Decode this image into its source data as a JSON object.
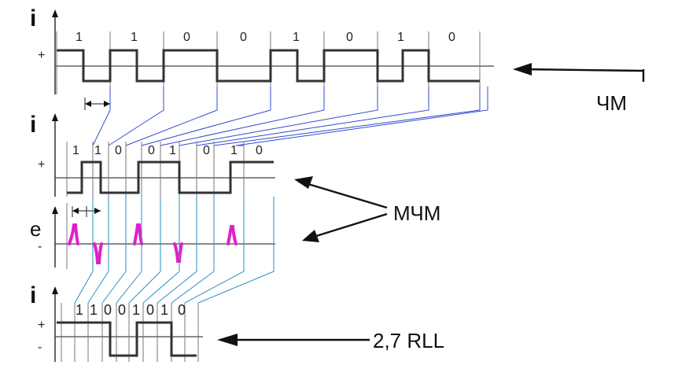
{
  "axis_labels": {
    "fm_current": "i",
    "mfm_current": "i",
    "mfm_emf": "e",
    "rll_current": "i"
  },
  "signs": {
    "fm_plus": "+",
    "mfm_plus": "+",
    "emf_minus": "-",
    "rll_plus": "+",
    "rll_minus": "-"
  },
  "fm_bits": [
    "1",
    "1",
    "0",
    "0",
    "1",
    "0",
    "1",
    "0"
  ],
  "mfm_bits": [
    "1",
    "1",
    "0",
    "0",
    "1",
    "0",
    "1",
    "0"
  ],
  "rll_bits": [
    "1",
    "1",
    "0",
    "0",
    "1",
    "0",
    "1",
    "0"
  ],
  "callouts": {
    "fm": "ЧМ",
    "mfm": "МЧМ",
    "rll": "2,7 RLL"
  },
  "colors": {
    "connector": "#2f4bd0",
    "connector_light": "#2a8fc4",
    "pulse": "#e020c8",
    "waveform": "#333333"
  }
}
